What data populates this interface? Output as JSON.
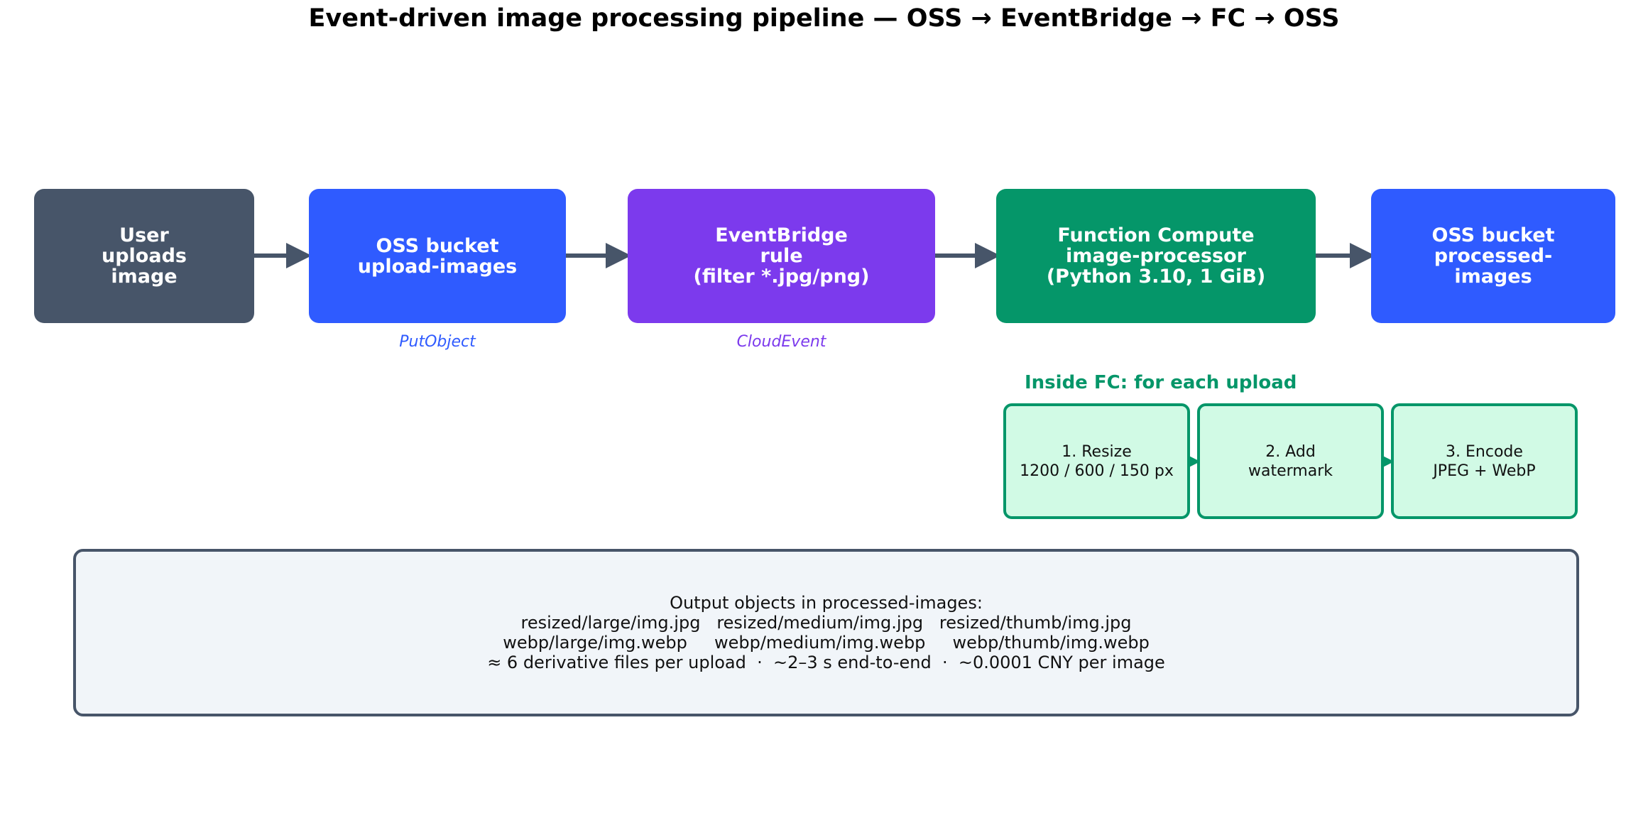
{
  "title": "Event-driven image processing pipeline — OSS → EventBridge → FC → OSS",
  "colors": {
    "user": "#475569",
    "oss": "#2f5bff",
    "eventbridge": "#7c3aed",
    "fc": "#059669",
    "step_fill": "#d1fae5",
    "step_border": "#059669",
    "summary_fill": "#f1f5f9",
    "summary_border": "#475569",
    "arrow": "#475569"
  },
  "nodes": [
    {
      "id": "user",
      "label": "User\nuploads\nimage"
    },
    {
      "id": "oss-upload",
      "label": "OSS bucket\nupload-images",
      "caption": "PutObject"
    },
    {
      "id": "eventbridge",
      "label": "EventBridge\nrule\n(filter *.jpg/png)",
      "caption": "CloudEvent"
    },
    {
      "id": "fc",
      "label": "Function Compute\nimage-processor\n(Python 3.10, 1 GiB)"
    },
    {
      "id": "oss-processed",
      "label": "OSS bucket\nprocessed-\nimages"
    }
  ],
  "fc_inside": {
    "title": "Inside FC: for each upload",
    "steps": [
      "1. Resize\n1200 / 600 / 150 px",
      "2. Add\nwatermark",
      "3. Encode\nJPEG + WebP"
    ]
  },
  "summary": {
    "lines": [
      "Output objects in processed-images:",
      "resized/large/img.jpg   resized/medium/img.jpg   resized/thumb/img.jpg",
      "webp/large/img.webp     webp/medium/img.webp     webp/thumb/img.webp",
      "≈ 6 derivative files per upload  ·  ~2–3 s end-to-end  ·  ~0.0001 CNY per image"
    ]
  }
}
